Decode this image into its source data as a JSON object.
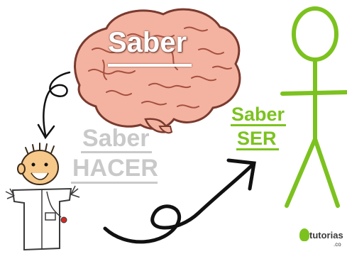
{
  "brain": {
    "label": "Saber"
  },
  "hacer": {
    "line1": "Saber",
    "line2": "HACER"
  },
  "ser": {
    "line1": "Saber",
    "line2": "SER"
  },
  "logo": {
    "text": "tutorias",
    "sub": ".co"
  },
  "colors": {
    "brain_fill": "#f3b3a0",
    "brain_stroke": "#7a3a2e",
    "hacer_text": "#c9c9c9",
    "ser_green": "#7cc21f",
    "ink": "#111111"
  }
}
